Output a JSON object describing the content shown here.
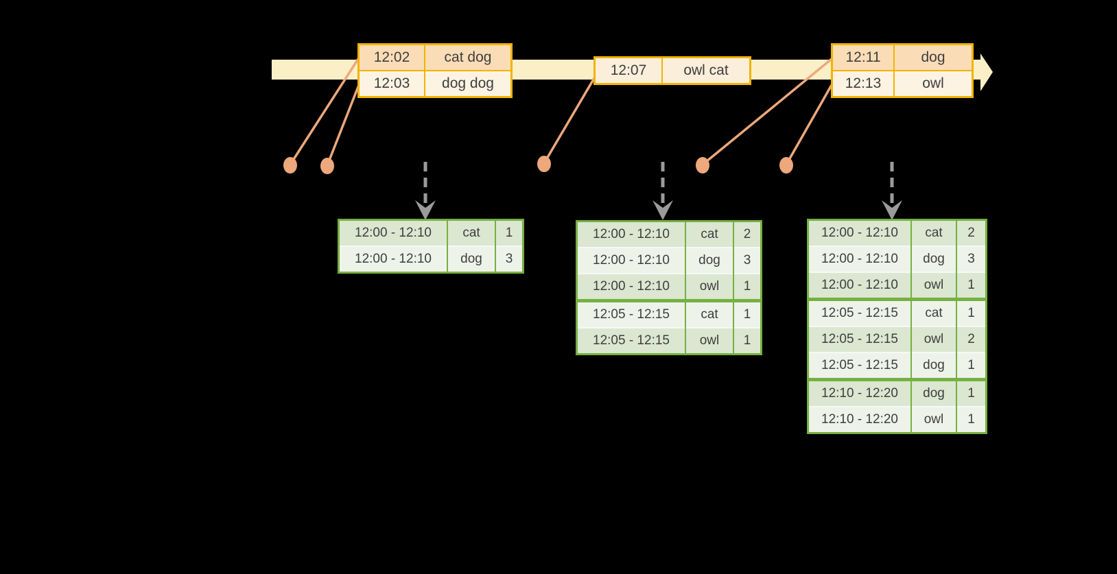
{
  "colors": {
    "background": "#000000",
    "timeline_band": "#FBEFC7",
    "event_table_border": "#F0B400",
    "event_row_dark": "#FADCB6",
    "event_row_light": "#FDF3E3",
    "event_row_single": "#FBEEDA",
    "event_connector": "#EDA87B",
    "result_table_border": "#76B041",
    "result_row_dark": "#DBE7D1",
    "result_row_light": "#EEF3EA",
    "trigger_arrow": "#9B9B9B",
    "text": "#3E3E3E"
  },
  "timeline": {
    "arrow_direction": "right"
  },
  "event_tables": [
    {
      "rows": [
        {
          "time": "12:02",
          "words": "cat dog"
        },
        {
          "time": "12:03",
          "words": "dog dog"
        }
      ]
    },
    {
      "rows": [
        {
          "time": "12:07",
          "words": "owl cat"
        }
      ]
    },
    {
      "rows": [
        {
          "time": "12:11",
          "words": "dog"
        },
        {
          "time": "12:13",
          "words": "owl"
        }
      ]
    }
  ],
  "result_tables": [
    {
      "rows": [
        [
          "12:00 - 12:10",
          "cat",
          "1"
        ],
        [
          "12:00 - 12:10",
          "dog",
          "3"
        ]
      ]
    },
    {
      "rows": [
        [
          "12:00 - 12:10",
          "cat",
          "2"
        ],
        [
          "12:00 - 12:10",
          "dog",
          "3"
        ],
        [
          "12:00 - 12:10",
          "owl",
          "1"
        ],
        [
          "12:05 - 12:15",
          "cat",
          "1"
        ],
        [
          "12:05 - 12:15",
          "owl",
          "1"
        ]
      ]
    },
    {
      "rows": [
        [
          "12:00 - 12:10",
          "cat",
          "2"
        ],
        [
          "12:00 - 12:10",
          "dog",
          "3"
        ],
        [
          "12:00 - 12:10",
          "owl",
          "1"
        ],
        [
          "12:05 - 12:15",
          "cat",
          "1"
        ],
        [
          "12:05 - 12:15",
          "owl",
          "2"
        ],
        [
          "12:05 - 12:15",
          "dog",
          "1"
        ],
        [
          "12:10 - 12:20",
          "dog",
          "1"
        ],
        [
          "12:10 - 12:20",
          "owl",
          "1"
        ]
      ]
    }
  ]
}
